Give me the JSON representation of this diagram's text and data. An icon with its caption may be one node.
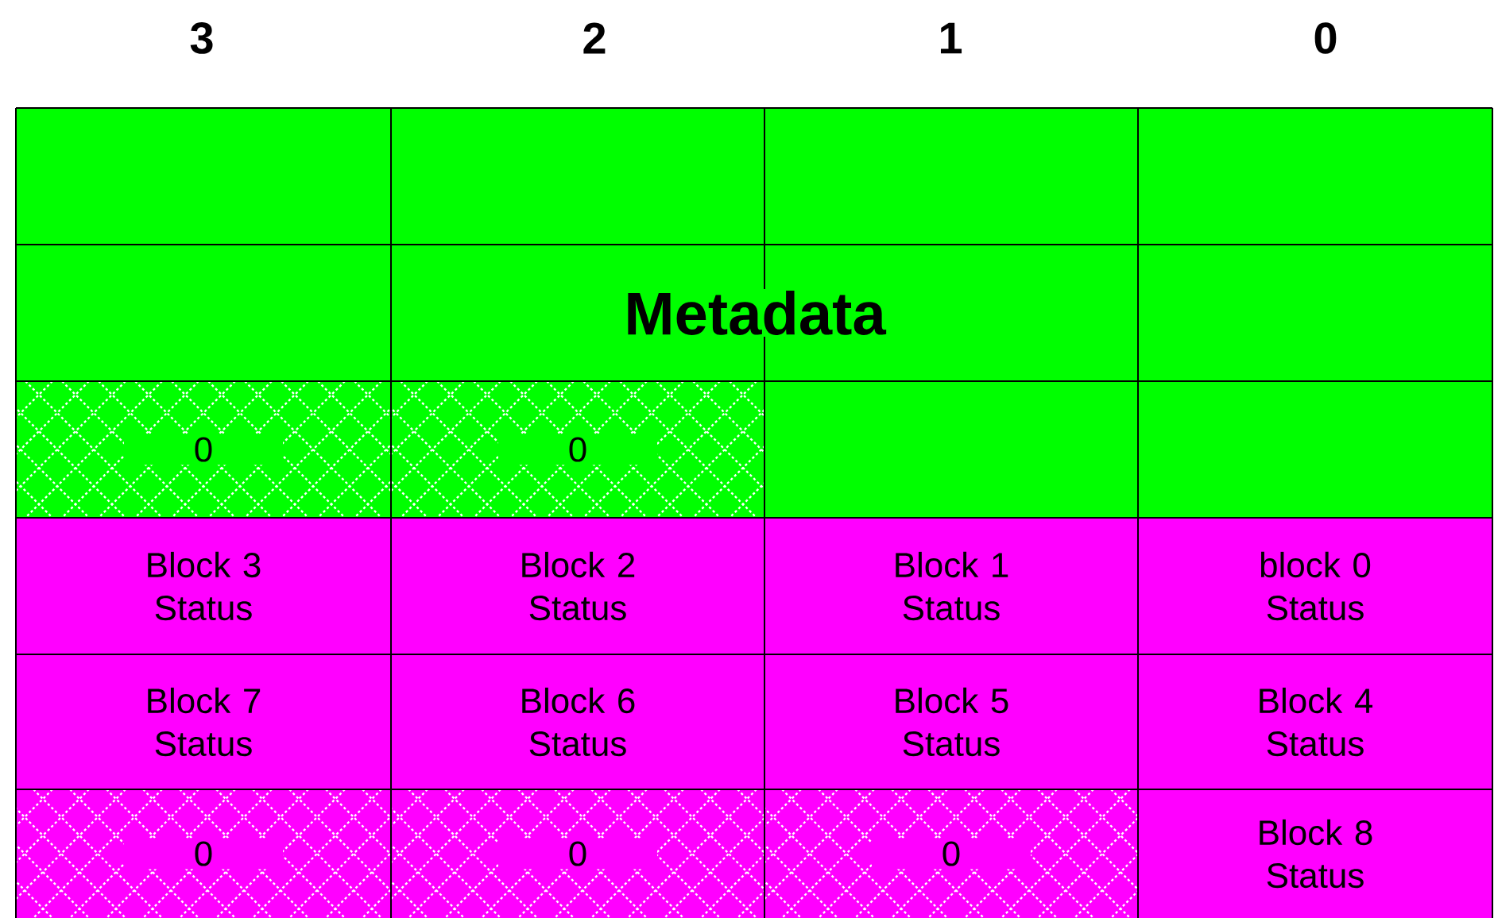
{
  "diagram": {
    "labels": [
      "3",
      "2",
      "1",
      "0",
      "Metadata",
      "0",
      "0",
      "Block 3 Status",
      "Block 2 Status",
      "Block 1 Status",
      "block 0 Status",
      "Block 7 Status",
      "Block 6 Status",
      "Block 5 Status",
      "Block 4 Status",
      "0",
      "0",
      "0",
      "Block 8 Status"
    ]
  }
}
